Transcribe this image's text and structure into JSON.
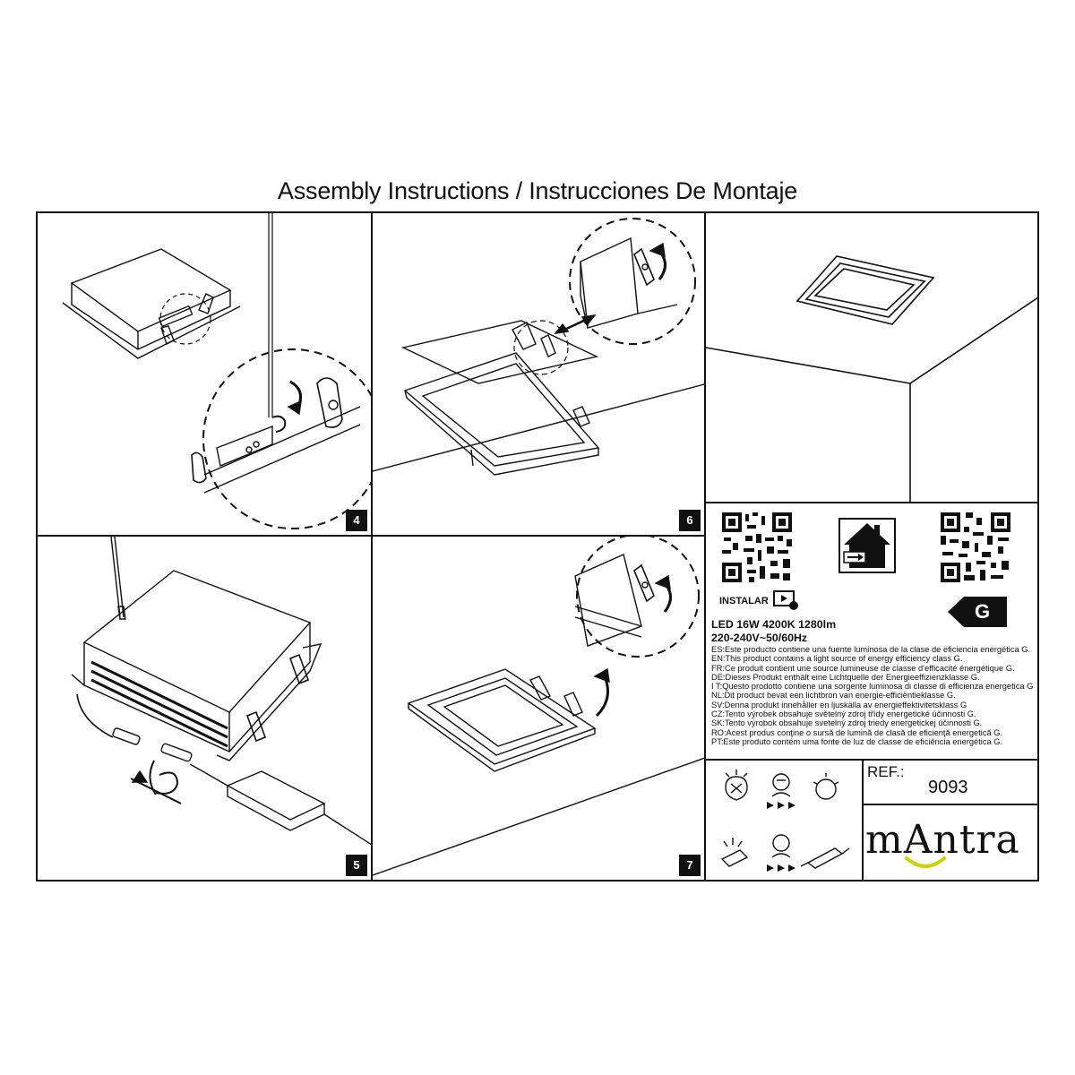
{
  "page": {
    "title": "Assembly Instructions / Instrucciones De Montaje"
  },
  "steps": {
    "s4": "4",
    "s5": "5",
    "s6": "6",
    "s7": "7"
  },
  "info": {
    "instalar_label": "INSTALAR",
    "energy_class": "G",
    "spec_line1": "LED 16W 4200K 1280lm",
    "spec_line2": "220-240V~50/60Hz",
    "energy_lines": [
      "ES:Este producto contiene una fuente luminosa de la clase de eficiencia energética G.",
      "EN:This product contains a light source of energy efficiency class G.",
      "FR:Ce produit contient une source lumineuse de classe d'efficacité énergétique G.",
      "DE:Dieses Produkt enthält eine Lichtquelle der Energieeffizienzklasse G.",
      "I T:Questo prodotto contiene una sorgente luminosa di classe di efficienza energetica G",
      "NL:Dit product bevat een lichtbron van energie-efficiëntieklasse G.",
      "SV:Denna produkt innehåller en ljuskälla av energieffektivitetsklass G",
      "CZ:Tento výrobek obsahuje světelný zdroj třídy energetické účinnosti G.",
      "SK:Tento výrobok obsahuje svetelný zdroj triedy energetickej účinnosti G.",
      "RO:Acest produs conţine o sursă de lumină de clasă de eficienţă energetică G.",
      "PT:Este produto contém uma fonte de luz de classe de eficiência energética G."
    ],
    "ref_label": "REF.:",
    "ref_value": "9093",
    "brand": "mAntra"
  },
  "colors": {
    "ink": "#111111",
    "brand_smile": "#c8d400"
  },
  "icons": [
    "qr-code-icon",
    "house-exit-icon",
    "video-play-icon",
    "energy-label-arrow-icon",
    "lamp-replace-icon",
    "technician-icon",
    "led-icon",
    "driver-icon",
    "arrow-icon",
    "rotate-icon"
  ]
}
